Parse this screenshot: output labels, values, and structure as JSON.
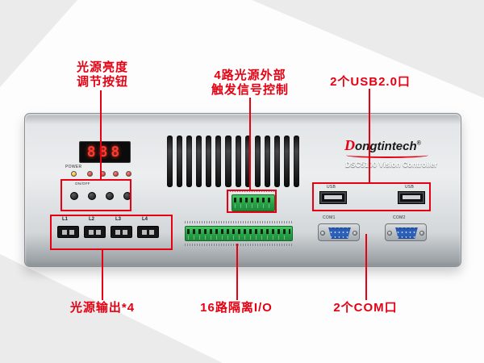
{
  "colors": {
    "annotation_red": "#e60012",
    "terminal_green": "#2da44e",
    "led_digit_red": "#ff3b2f",
    "com_port_blue": "#2b5fb8",
    "panel_silver": "#dfe2e4"
  },
  "brand": {
    "logo_prefix": "D",
    "logo_suffix": "ongtintech",
    "registered_mark": "®",
    "model_name": "DSC5100 Vision Controller"
  },
  "device": {
    "led_display_value": "888",
    "power_label": "POWER",
    "onoff_label": "ON/OFF",
    "usb_ports": [
      {
        "label": "USB"
      },
      {
        "label": "USB"
      }
    ],
    "com_ports": [
      {
        "label": "COM1"
      },
      {
        "label": "COM2"
      }
    ],
    "light_outputs": [
      {
        "label": "L1"
      },
      {
        "label": "L2"
      },
      {
        "label": "L3"
      },
      {
        "label": "L4"
      }
    ]
  },
  "annotations": {
    "brightness": {
      "line1": "光源亮度",
      "line2": "调节按钮"
    },
    "trigger": {
      "line1": "4路光源外部",
      "line2": "触发信号控制"
    },
    "usb": {
      "text": "2个USB2.0口"
    },
    "light_output": {
      "text": "光源输出*4"
    },
    "io": {
      "text": "16路隔离I/O"
    },
    "com": {
      "text": "2个COM口"
    }
  }
}
